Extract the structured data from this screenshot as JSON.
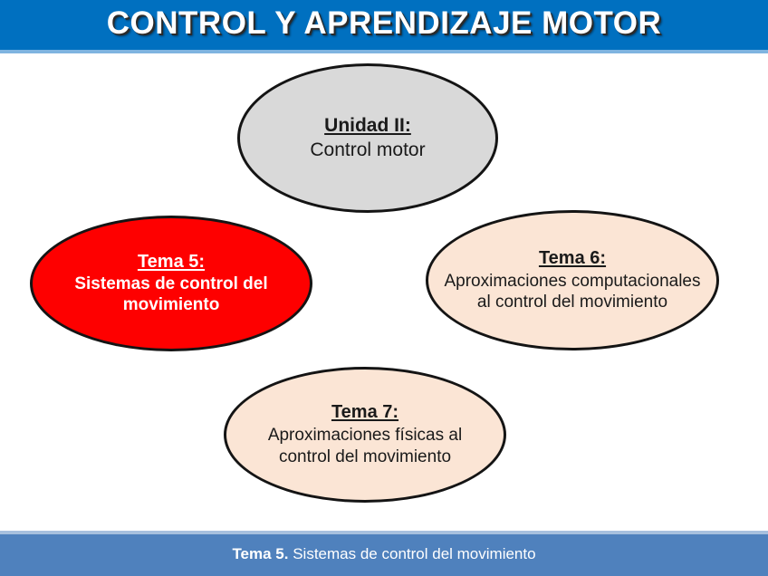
{
  "header": {
    "title": "CONTROL Y APRENDIZAJE MOTOR",
    "background_color": "#0070C0",
    "text_color": "#FFFFFF",
    "underline_color": "#7FB4E0"
  },
  "diagram": {
    "type": "concept-map",
    "nodes": [
      {
        "id": "unidad-2",
        "shape": "ellipse",
        "title": "Unidad II:",
        "body": "Control motor",
        "fill_color": "#D9D9D9",
        "text_color": "#1A1A1A",
        "outline_color": "#141414",
        "highlighted": false
      },
      {
        "id": "tema-5",
        "shape": "ellipse",
        "title": "Tema 5:",
        "body": "Sistemas de control del movimiento",
        "fill_color": "#FE0000",
        "text_color": "#FFFFFF",
        "outline_color": "#141414",
        "highlighted": true
      },
      {
        "id": "tema-6",
        "shape": "ellipse",
        "title": "Tema 6:",
        "body": "Aproximaciones computacionales al control del movimiento",
        "fill_color": "#FBE5D5",
        "text_color": "#1A1A1A",
        "outline_color": "#141414",
        "highlighted": false
      },
      {
        "id": "tema-7",
        "shape": "ellipse",
        "title": "Tema 7:",
        "body": "Aproximaciones físicas al control del movimiento",
        "fill_color": "#FBE5D5",
        "text_color": "#1A1A1A",
        "outline_color": "#141414",
        "highlighted": false
      }
    ]
  },
  "footer": {
    "label_strong": "Tema 5.",
    "label_rest": " Sistemas de control del movimiento",
    "background_color": "#4F81BD",
    "topline_color": "#A7C0DE",
    "text_color": "#FFFFFF"
  }
}
